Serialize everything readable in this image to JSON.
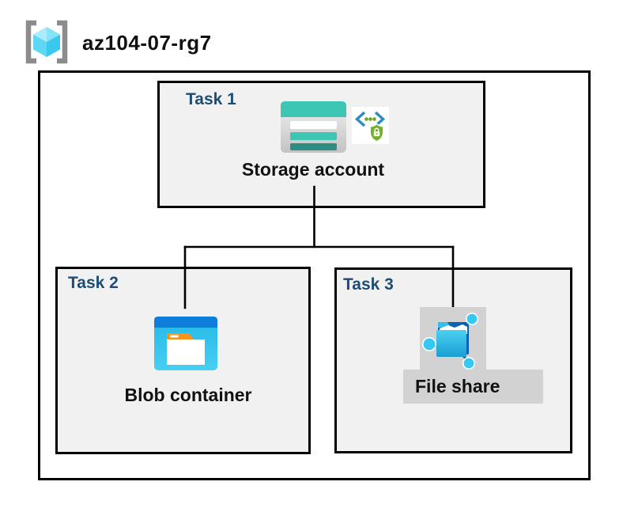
{
  "header": {
    "icon": "resource-group-icon",
    "title": "az104-07-rg7"
  },
  "diagram": {
    "tasks": [
      {
        "id": "task-1",
        "label": "Task 1",
        "node": {
          "label": "Storage account",
          "icons": [
            "storage-account-icon",
            "secure-endpoint-icon"
          ]
        }
      },
      {
        "id": "task-2",
        "label": "Task 2",
        "node": {
          "label": "Blob container",
          "icons": [
            "blob-container-icon"
          ]
        }
      },
      {
        "id": "task-3",
        "label": "Task 3",
        "node": {
          "label": "File share",
          "icons": [
            "file-share-icon"
          ],
          "highlighted": true
        }
      }
    ],
    "connections": [
      {
        "from": "Storage account",
        "to": "Blob container"
      },
      {
        "from": "Storage account",
        "to": "File share"
      }
    ]
  },
  "colors": {
    "navy": "#1d4d76",
    "box-fill": "#f1f1f1",
    "box-border": "#000000",
    "connector": "#000000",
    "teal": "#3ec6b4",
    "teal-dark": "#2b8e80",
    "blob-blue": "#0f7edb",
    "orange": "#f7941e",
    "share-node": "#35c9f2",
    "share-blue": "#0b61b4",
    "shield-green": "#72b22a",
    "dot-green": "#6aa61e",
    "bracket-blue": "#2e8ac5",
    "bracket-gray": "#8c8c8c",
    "gray-bg": "#d2d2d2",
    "text": "#111111"
  }
}
